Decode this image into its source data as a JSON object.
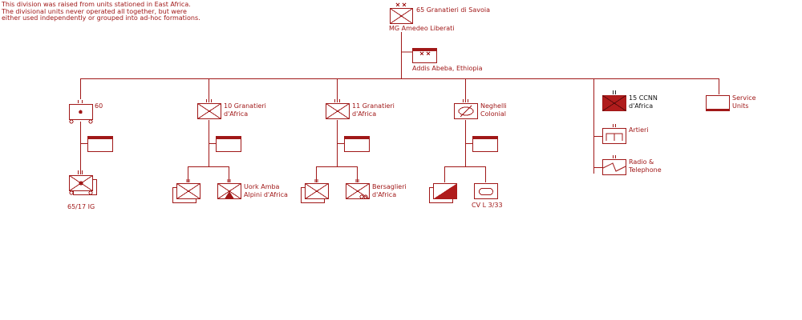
{
  "note": [
    "This division was raised from units stationed in East Africa.",
    "The divisional units never operated all together, but were",
    "either used independently or grouped into ad-hoc formations."
  ],
  "division": {
    "name": "65 Granatieri di Savoia",
    "commander": "MG  Amedeo Liberati"
  },
  "hq": {
    "label": "Addis Abeba, Ethiopia"
  },
  "units": {
    "art60": "60",
    "art65": "65/17 IG",
    "gren10": [
      "10 Granatieri",
      "d'Africa"
    ],
    "uork": [
      "Uork Amba",
      "Alpini d'Africa"
    ],
    "gren11": [
      "11 Granatieri",
      "d'Africa"
    ],
    "bers": [
      "Bersaglieri",
      "d'Africa"
    ],
    "neghelli": [
      "Neghelli",
      "Colonial"
    ],
    "cv": "CV L 3/33",
    "ccnn": [
      "15 CCNN",
      "d'Africa"
    ],
    "artieri": "Artieri",
    "radio": [
      "Radio &",
      "Telephone"
    ],
    "service": [
      "Service",
      "Units"
    ]
  },
  "colors": {
    "line": "#a01818",
    "fill": "#b01c1c",
    "background": "#ffffff"
  }
}
